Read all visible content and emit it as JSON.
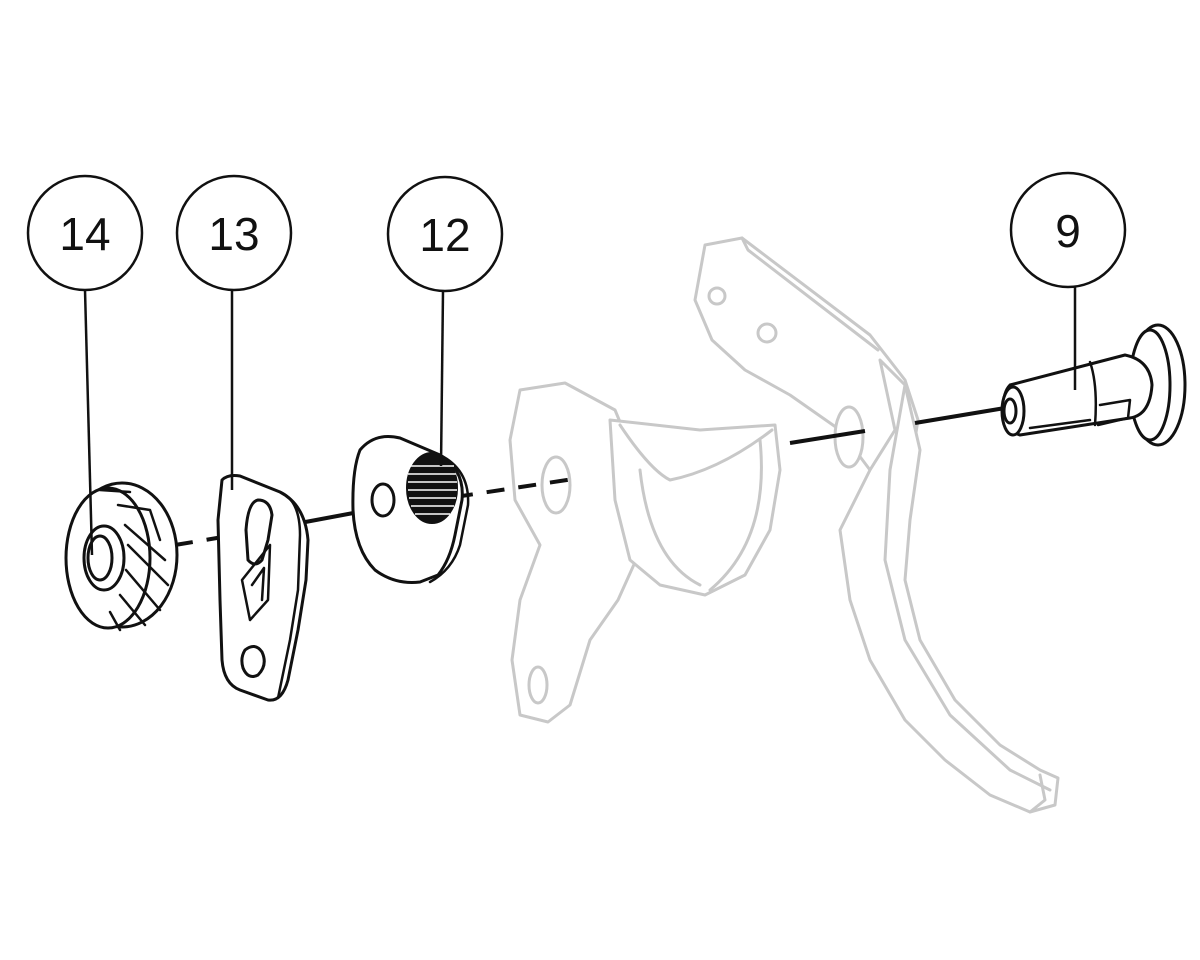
{
  "callouts": [
    {
      "id": "part-14",
      "number": "14"
    },
    {
      "id": "part-13",
      "number": "13"
    },
    {
      "id": "part-12",
      "number": "12"
    },
    {
      "id": "part-9",
      "number": "9"
    }
  ],
  "colors": {
    "ink": "#111111",
    "ghost_outline": "#c8c8c8",
    "background": "#ffffff"
  }
}
